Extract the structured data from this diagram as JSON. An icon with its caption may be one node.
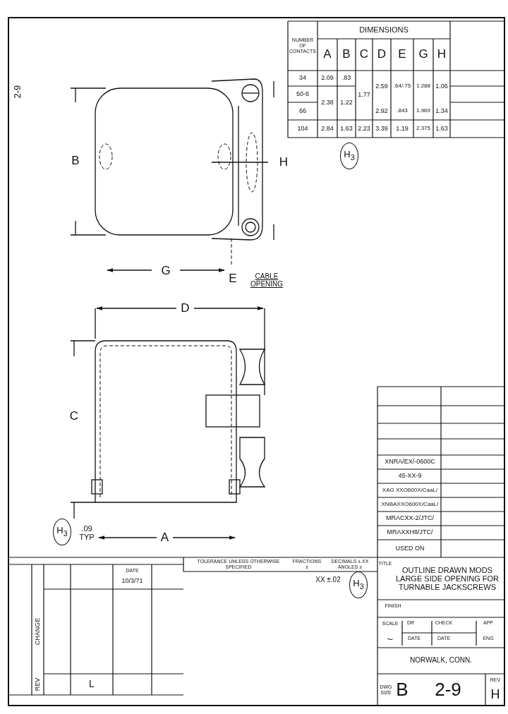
{
  "diagram": {
    "labels": [
      "2-9",
      "NUMBER OF CONTACTS",
      "DIMENSIONS",
      "A",
      "B",
      "C",
      "D",
      "E",
      "G",
      "H",
      "34",
      "2.09",
      ".83",
      "2.59",
      ".64/.75",
      "1.288",
      "1.06",
      "50-6",
      "66",
      "2.38",
      "1.22",
      "1.77",
      "2.92",
      ".843",
      "1.969",
      "1.34",
      "104",
      "2.84",
      "1.63",
      "2.23",
      "3.39",
      "1.19",
      "2.375",
      "1.63",
      "H$_{3}$",
      "B",
      "H",
      "G",
      "E",
      "CABLE OPENING",
      "D",
      "C",
      "H$_{3}$",
      ".09 TYP",
      "A",
      "XNRA/EX/-0600C",
      "45-XX-9",
      "XAG XXO600X/CaaL/",
      "XNBAXXO600X/CaaL/",
      "MRACXX-2/JTC/",
      "MRAXXH8/JTC/",
      "USED ON",
      "TOLERANCE UNLESS OTHERWISE SPECIFIED",
      "FRACTIONS ±",
      "DECIMALS ±.XX ANGLES ±",
      "XX ±.02",
      "H$_{3}$",
      "TITLE",
      "OUTLINE DRAWN MODS LARGE SIDE OPENING FOR TURNABLE JACKSCREWS",
      "FINISH",
      "SCALE",
      "~",
      "DR",
      "CHECK",
      "APP",
      "DATE",
      "DATE",
      "ENG",
      "NORWALK, CONN.",
      "DWG SIZE",
      "B",
      "2-9",
      "REV",
      "H",
      "REV",
      "CHANGE",
      "DATE",
      "10/3/71",
      "L"
    ]
  }
}
